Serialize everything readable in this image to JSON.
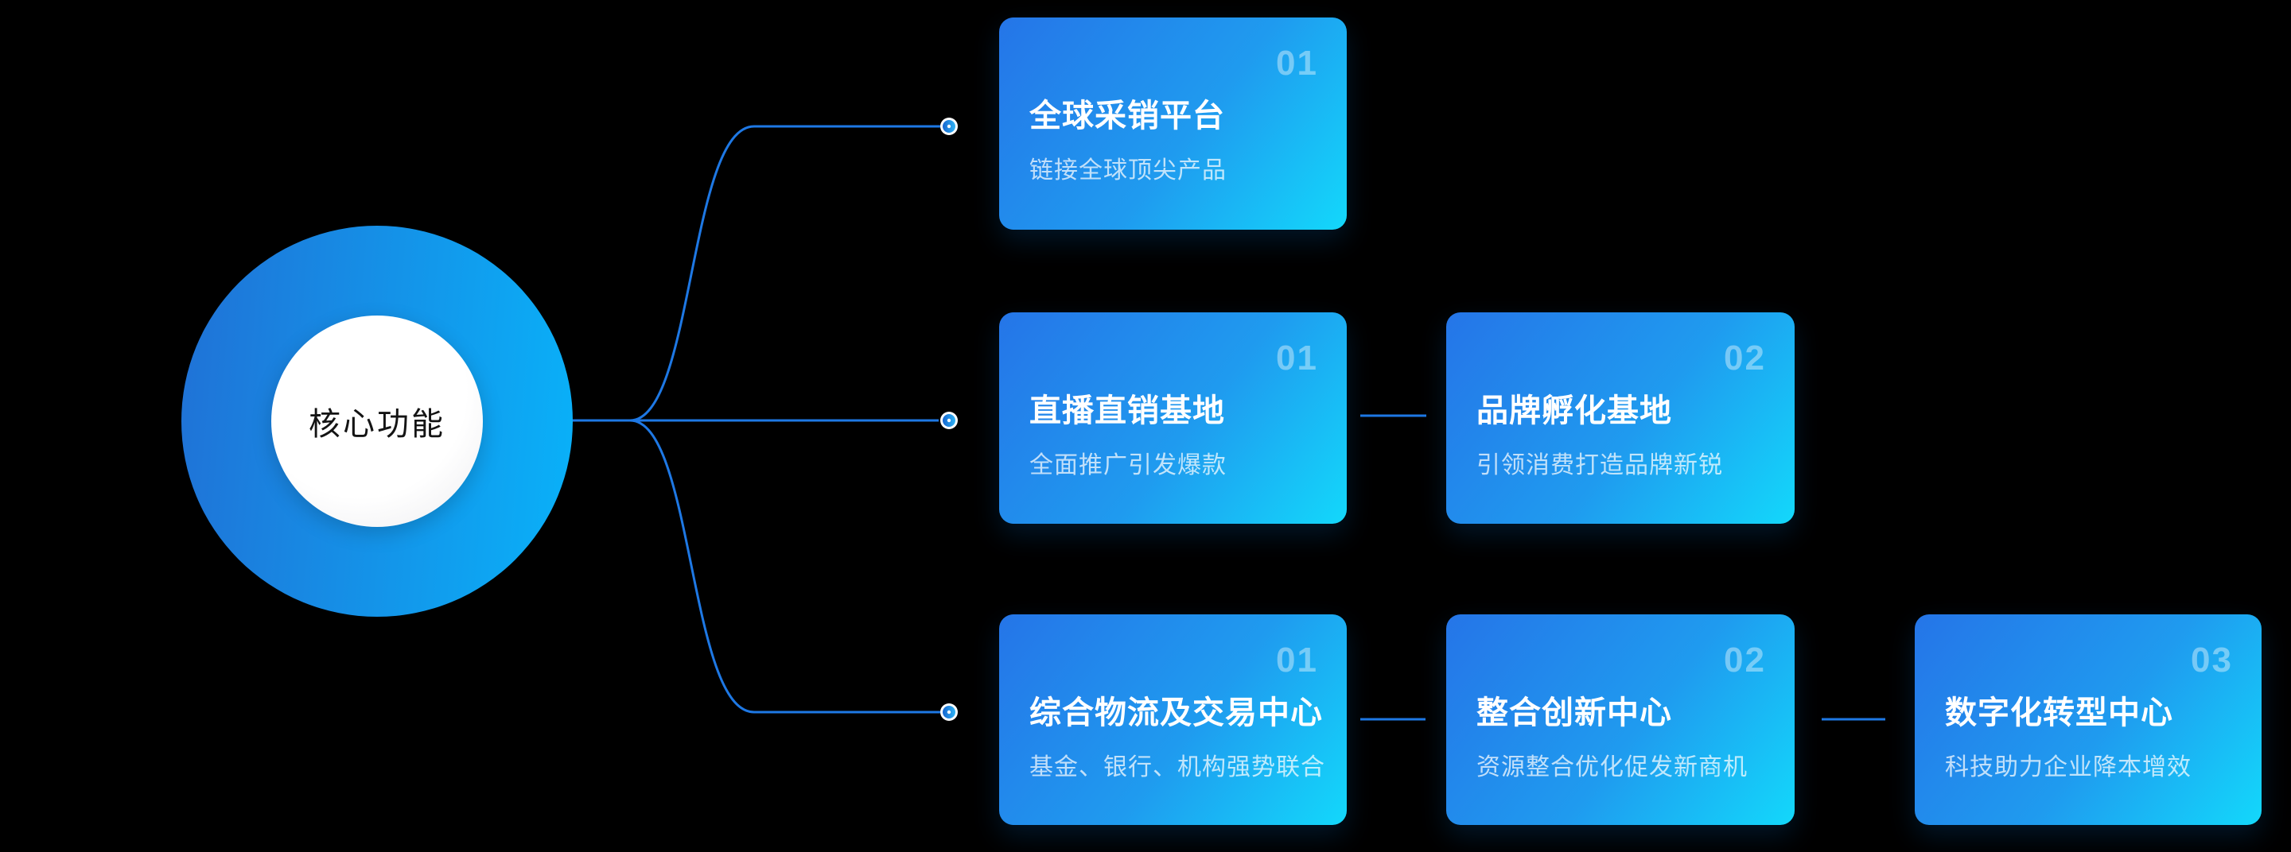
{
  "page": {
    "background": "#000000"
  },
  "center_node": {
    "label": "核心功能"
  },
  "cards": [
    {
      "number": "01",
      "title": "全球采销平台",
      "subtitle": "链接全球顶尖产品"
    },
    {
      "number": "01",
      "title": "直播直销基地",
      "subtitle": "全面推广引发爆款"
    },
    {
      "number": "02",
      "title": "品牌孵化基地",
      "subtitle": "引领消费打造品牌新锐"
    },
    {
      "number": "01",
      "title": "综合物流及交易中心",
      "subtitle": "基金、银行、机构强势联合"
    },
    {
      "number": "02",
      "title": "整合创新中心",
      "subtitle": "资源整合优化促发新商机"
    },
    {
      "number": "03",
      "title": "数字化转型中心",
      "subtitle": "科技助力企业降本增效"
    }
  ],
  "colors": {
    "background": "#000000",
    "line_blue": "#1E78E4",
    "circle_gradient_start": "#2071D6",
    "circle_gradient_end": "#09B2F9",
    "card_gradient_start": "#2575E8",
    "card_gradient_end": "#13D8FB",
    "title_text": "#FFFFFF",
    "center_text": "#141414"
  }
}
